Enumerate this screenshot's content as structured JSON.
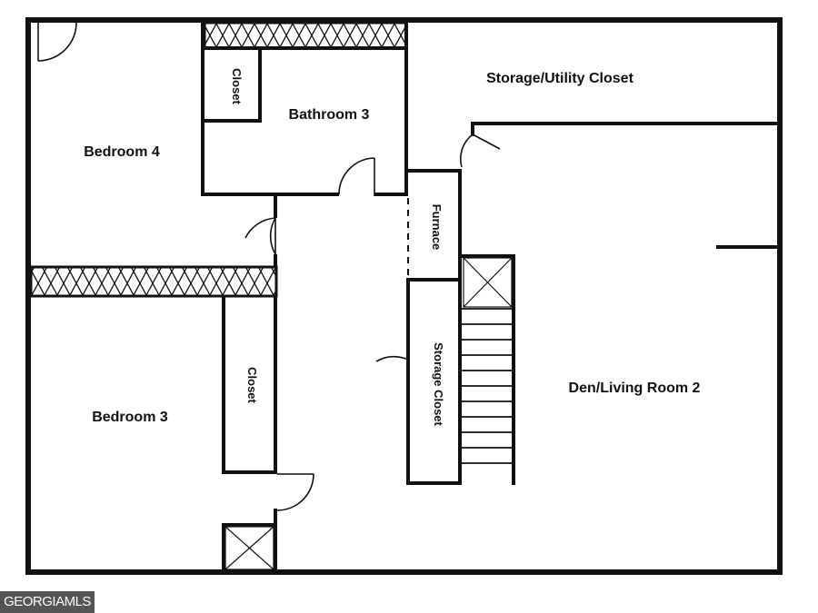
{
  "rooms": {
    "bedroom4": "Bedroom 4",
    "closet_top": "Closet",
    "bathroom3": "Bathroom 3",
    "storage_utility": "Storage/Utility Closet",
    "furnace": "Furnace",
    "storage_closet": "Storage Closet",
    "closet_left": "Closet",
    "bedroom3": "Bedroom 3",
    "den": "Den/Living Room 2"
  },
  "watermark": "GEORGIAMLS"
}
